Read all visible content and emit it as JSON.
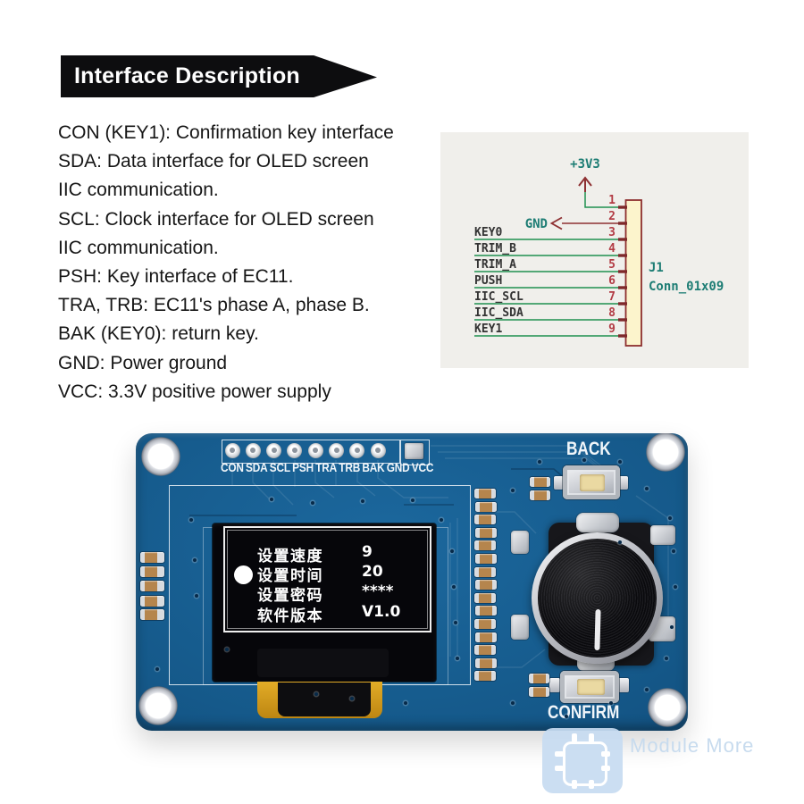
{
  "banner": {
    "title": "Interface Description"
  },
  "description": {
    "lines": [
      "CON (KEY1): Confirmation key interface",
      "SDA: Data interface for OLED screen",
      "IIC communication.",
      "SCL: Clock interface for OLED screen",
      "IIC communication.",
      "PSH: Key interface of EC11.",
      "TRA, TRB: EC11's phase A, phase B.",
      "BAK (KEY0): return key.",
      "GND: Power ground",
      "VCC: 3.3V positive power supply"
    ]
  },
  "schematic": {
    "power_net": "+3V3",
    "ground_net": "GND",
    "designator": "J1",
    "part_number": "Conn_01x09",
    "pins": [
      {
        "number": "1",
        "net": "+3V3"
      },
      {
        "number": "2",
        "net": "GND"
      },
      {
        "number": "3",
        "net": "KEY0"
      },
      {
        "number": "4",
        "net": "TRIM_B"
      },
      {
        "number": "5",
        "net": "TRIM_A"
      },
      {
        "number": "6",
        "net": "PUSH"
      },
      {
        "number": "7",
        "net": "IIC_SCL"
      },
      {
        "number": "8",
        "net": "IIC_SDA"
      },
      {
        "number": "9",
        "net": "KEY1"
      }
    ],
    "colors": {
      "background": "#f0efeb",
      "wire_green": "#1f9150",
      "pin_number_red": "#b23b44",
      "symbol_maroon": "#8e3032",
      "connector_fill": "#fcf4cc",
      "connector_stroke": "#8c2e2e",
      "net_label_teal": "#1d7d74"
    }
  },
  "pcb": {
    "board_color": "#15598a",
    "pin_labels": [
      "CON",
      "SDA",
      "SCL",
      "PSH",
      "TRA",
      "TRB",
      "BAK",
      "GND",
      "VCC"
    ],
    "buttons": {
      "back": "BACK",
      "confirm": "CONFIRM"
    },
    "oled_menu": {
      "rows": [
        {
          "label": "设置速度",
          "value": "9",
          "selected": false
        },
        {
          "label": "设置时间",
          "value": "20",
          "selected": true
        },
        {
          "label": "设置密码",
          "value": "****",
          "selected": false
        },
        {
          "label": "软件版本",
          "value": "V1.0",
          "selected": false
        }
      ]
    }
  },
  "watermark": {
    "text": "Module More"
  }
}
